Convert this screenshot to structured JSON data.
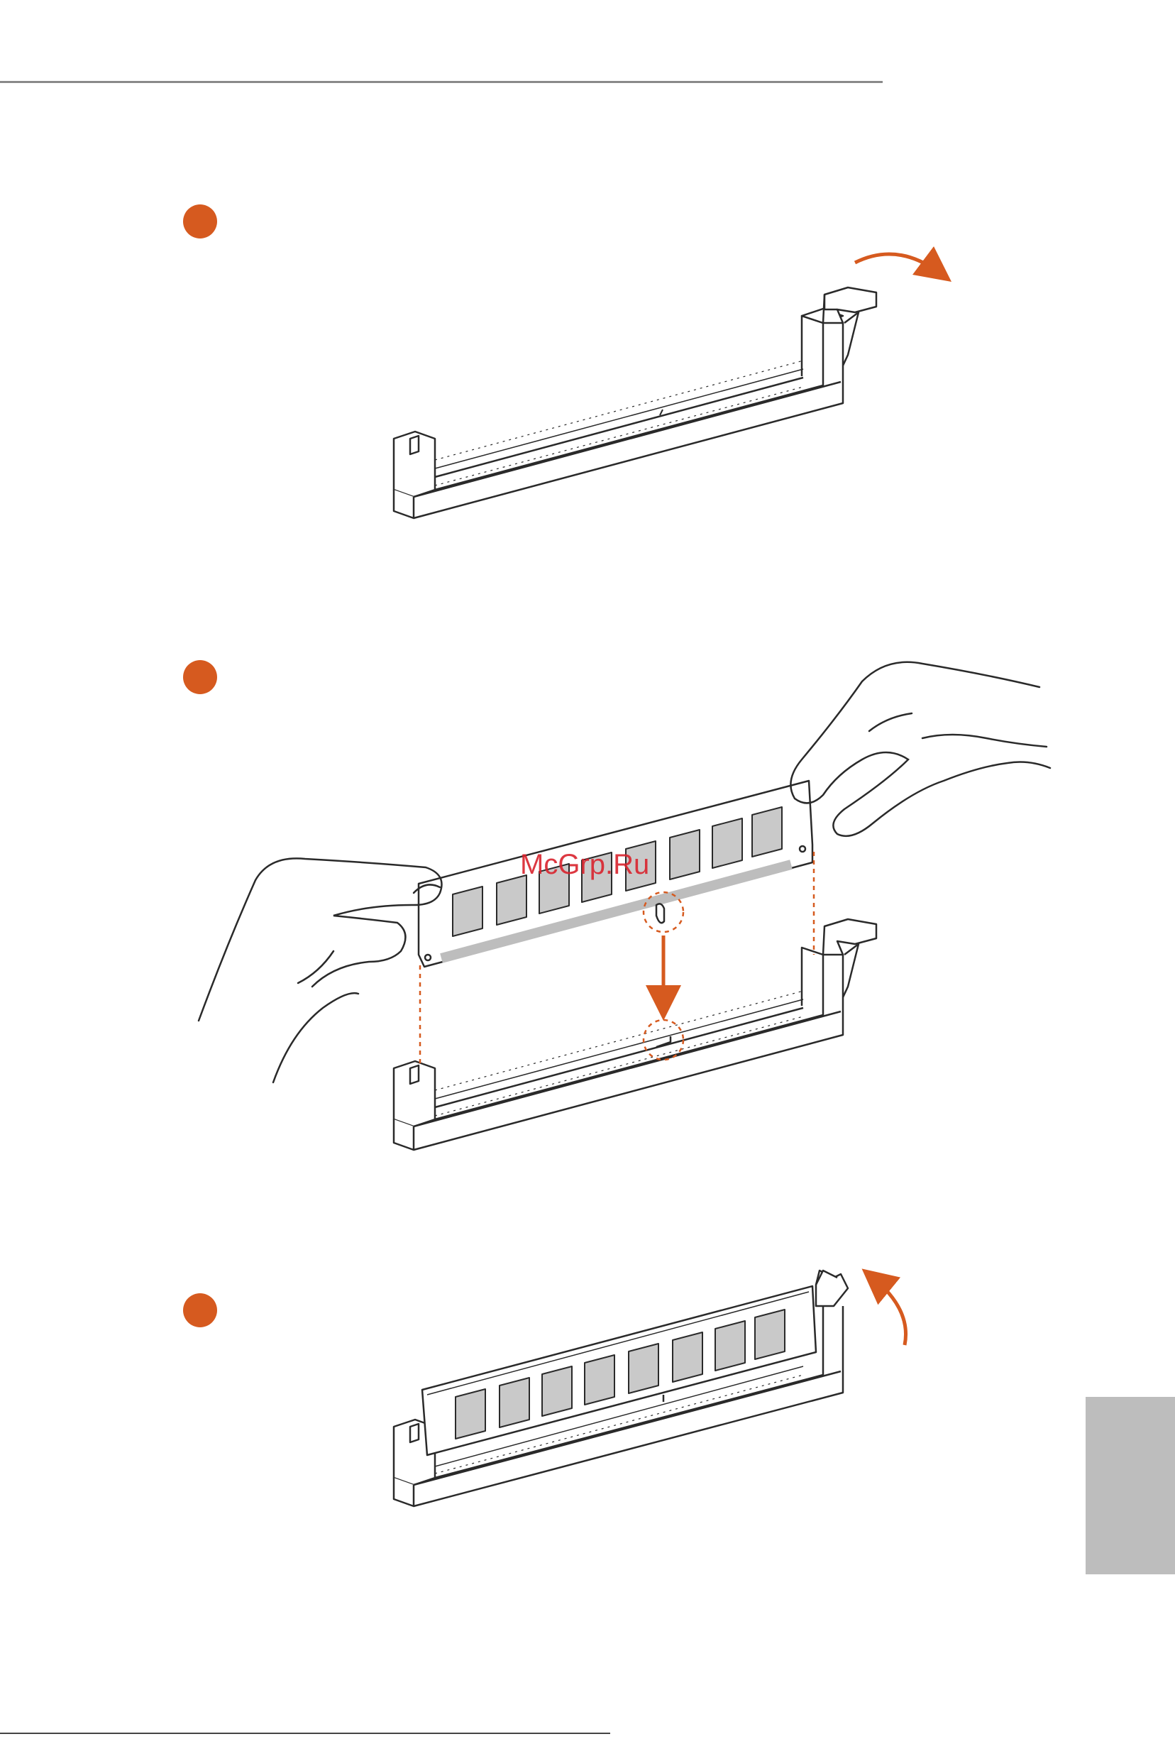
{
  "page": {
    "watermark": "McGrp.Ru"
  },
  "colors": {
    "accent": "#d65a1f",
    "line": "#2a2a2a",
    "chip_fill": "#c9c9c9",
    "side_tab": "#bdbdbd"
  },
  "steps": [
    {
      "figure": "dimm-slot-clip-opened"
    },
    {
      "figure": "memory-module-aligned-over-slot"
    },
    {
      "figure": "memory-module-seated-clip-closed"
    }
  ]
}
